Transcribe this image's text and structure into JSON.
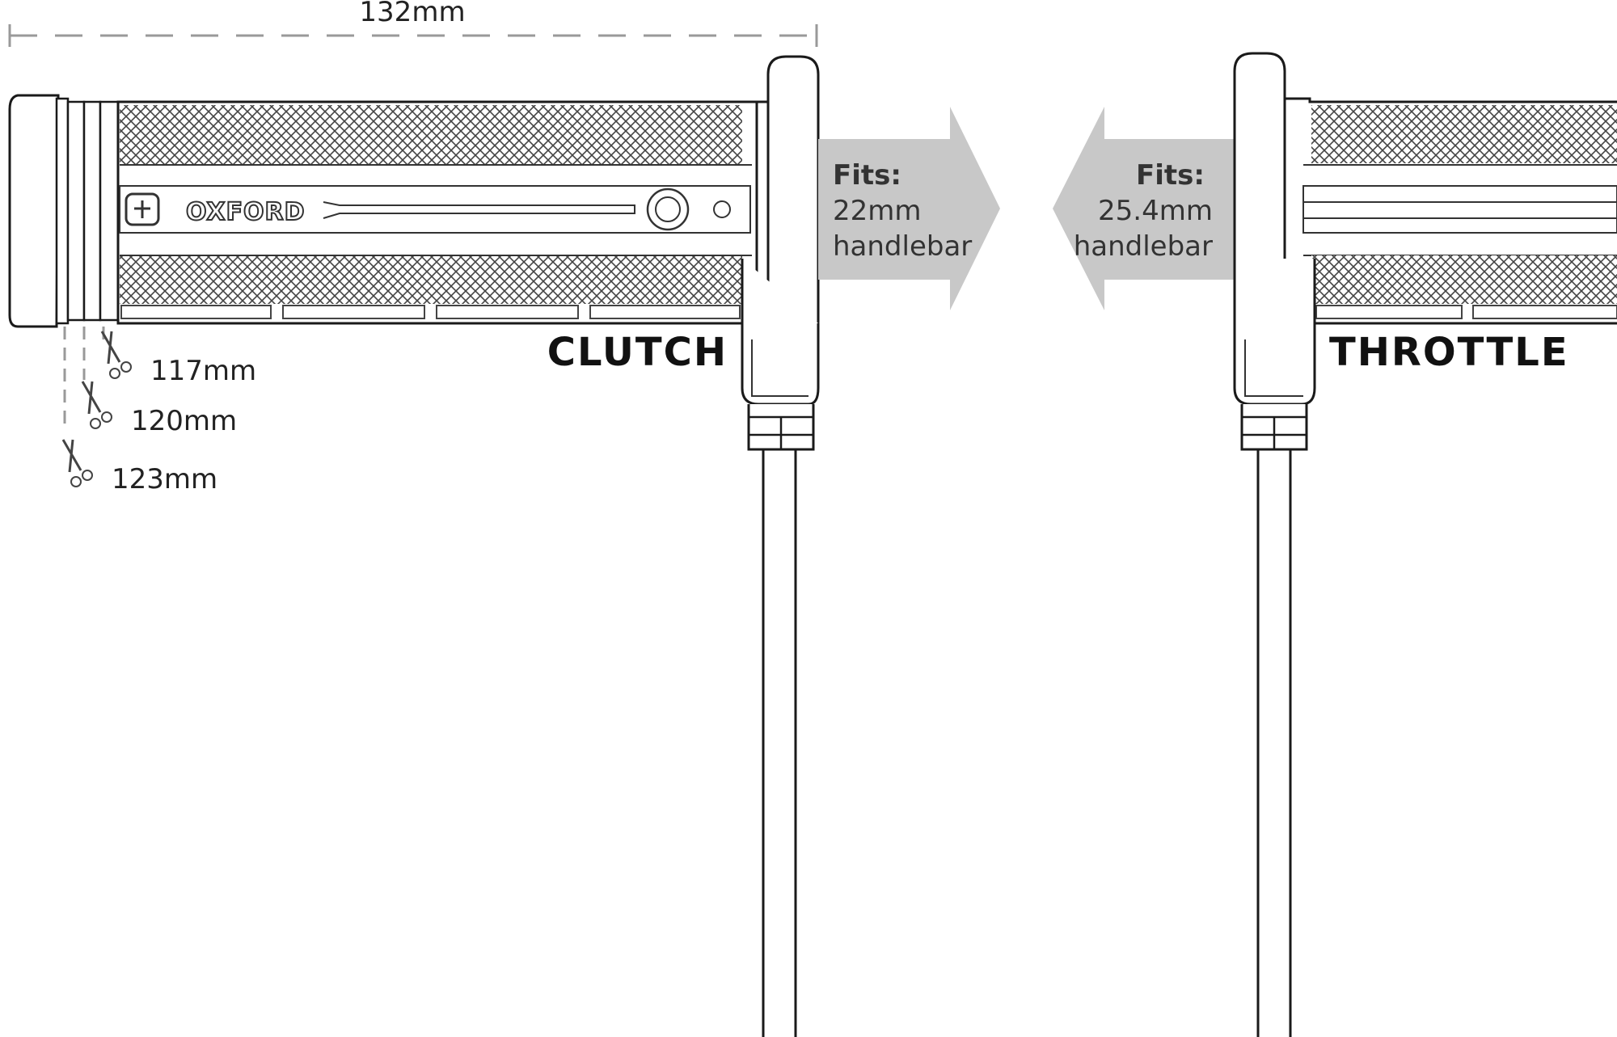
{
  "overall_length": "132mm",
  "trim_lengths": [
    "117mm",
    "120mm",
    "123mm"
  ],
  "brand": "OXFORD",
  "fit_left": {
    "heading": "Fits:",
    "size": "22mm",
    "unit": "handlebar"
  },
  "fit_right": {
    "heading": "Fits:",
    "size": "25.4mm",
    "unit": "handlebar"
  },
  "labels": {
    "clutch": "CLUTCH",
    "throttle": "THROTTLE"
  },
  "colors": {
    "arrow": "#c8c8c8",
    "outline": "#1a1a1a",
    "knurl": "#555555"
  },
  "icons": [
    "scissors-icon",
    "oxford-logo-icon"
  ]
}
